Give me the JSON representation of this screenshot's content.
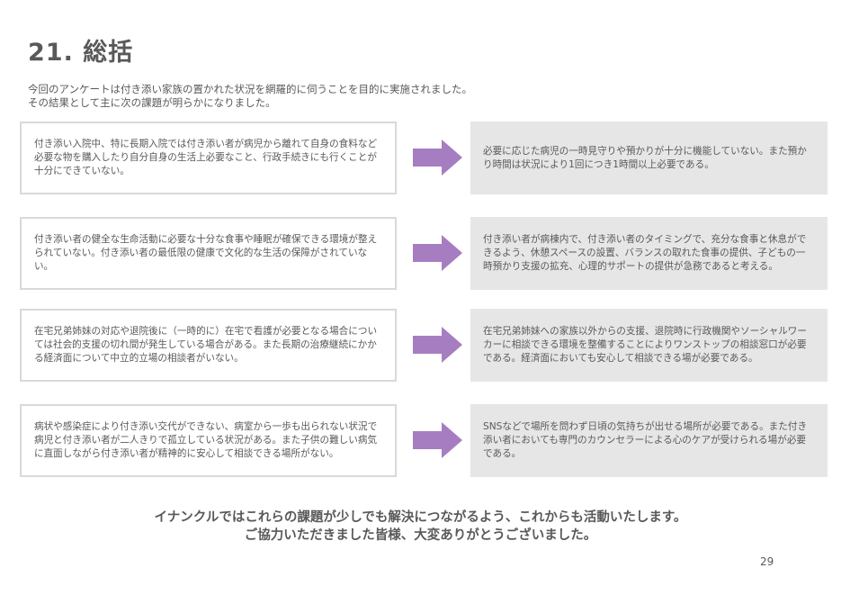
{
  "title": "21. 総括",
  "intro": {
    "line1": "今回のアンケートは付き添い家族の置かれた状況を網羅的に伺うことを目的に実施されました。",
    "line2": "その結果として主に次の課題が明らかになりました。"
  },
  "rows": [
    {
      "issue": "付き添い入院中、特に長期入院では付き添い者が病児から離れて自身の食料など必要な物を購入したり自分自身の生活上必要なこと、行政手続きにも行くことが十分にできていない。",
      "solution": "必要に応じた病児の一時見守りや預かりが十分に機能していない。また預かり時間は状況により1回につき1時間以上必要である。"
    },
    {
      "issue": "付き添い者の健全な生命活動に必要な十分な食事や睡眠が確保できる環境が整えられていない。付き添い者の最低限の健康で文化的な生活の保障がされていない。",
      "solution": "付き添い者が病棟内で、付き添い者のタイミングで、充分な食事と休息ができるよう、休憩スペースの設置、バランスの取れた食事の提供、子どもの一時預かり支援の拡充、心理的サポートの提供が急務であると考える。"
    },
    {
      "issue": "在宅兄弟姉妹の対応や退院後に（一時的に）在宅で看護が必要となる場合については社会的支援の切れ間が発生している場合がある。また長期の治療継続にかかる経済面について中立的立場の相談者がいない。",
      "solution": "在宅兄弟姉妹への家族以外からの支援、退院時に行政機関やソーシャルワーカーに相談できる環境を整備することによりワンストップの相談窓口が必要である。経済面においても安心して相談できる場が必要である。"
    },
    {
      "issue": "病状や感染症により付き添い交代ができない、病室から一歩も出られない状況で病児と付き添い者が二人きりで孤立している状況がある。また子供の難しい病気に直面しながら付き添い者が精神的に安心して相談できる場所がない。",
      "solution": "SNSなどで場所を問わず日頃の気持ちが出せる場所が必要である。また付き添い者においても専門のカウンセラーによる心のケアが受けられる場が必要である。"
    }
  ],
  "closing": {
    "line1": "イナンクルではこれらの課題が少しでも解決につながるよう、これからも活動いたします。",
    "line2": "ご協力いただきました皆様、大変ありがとうございました。"
  },
  "page_number": "29",
  "colors": {
    "arrow": "#a77dc2",
    "left_border": "#d9d9d9",
    "right_fill": "#e7e6e6",
    "text": "#595959"
  },
  "icons": {
    "arrow": "right-arrow-icon"
  }
}
